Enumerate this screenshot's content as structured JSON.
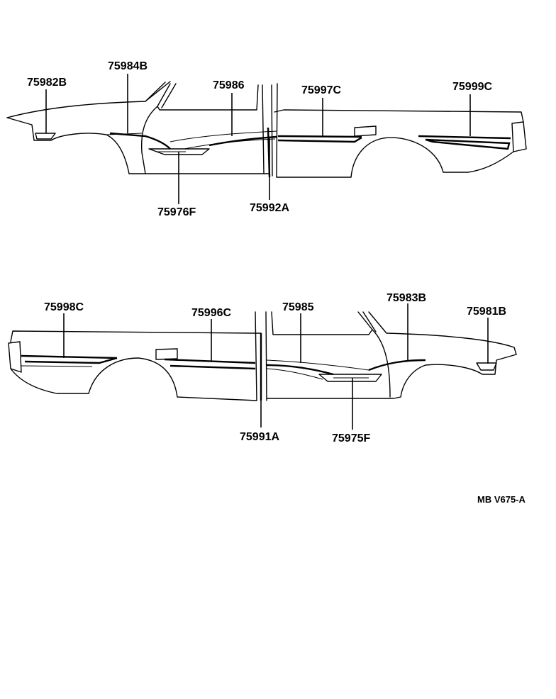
{
  "labels": {
    "l75982B": "75982B",
    "l75984B": "75984B",
    "l75986": "75986",
    "l75997C": "75997C",
    "l75999C": "75999C",
    "l75976F": "75976F",
    "l75992A": "75992A",
    "l75998C": "75998C",
    "l75996C": "75996C",
    "l75985": "75985",
    "l75983B": "75983B",
    "l75981B": "75981B",
    "l75991A": "75991A",
    "l75975F": "75975F"
  },
  "reference": "MB V675-A"
}
